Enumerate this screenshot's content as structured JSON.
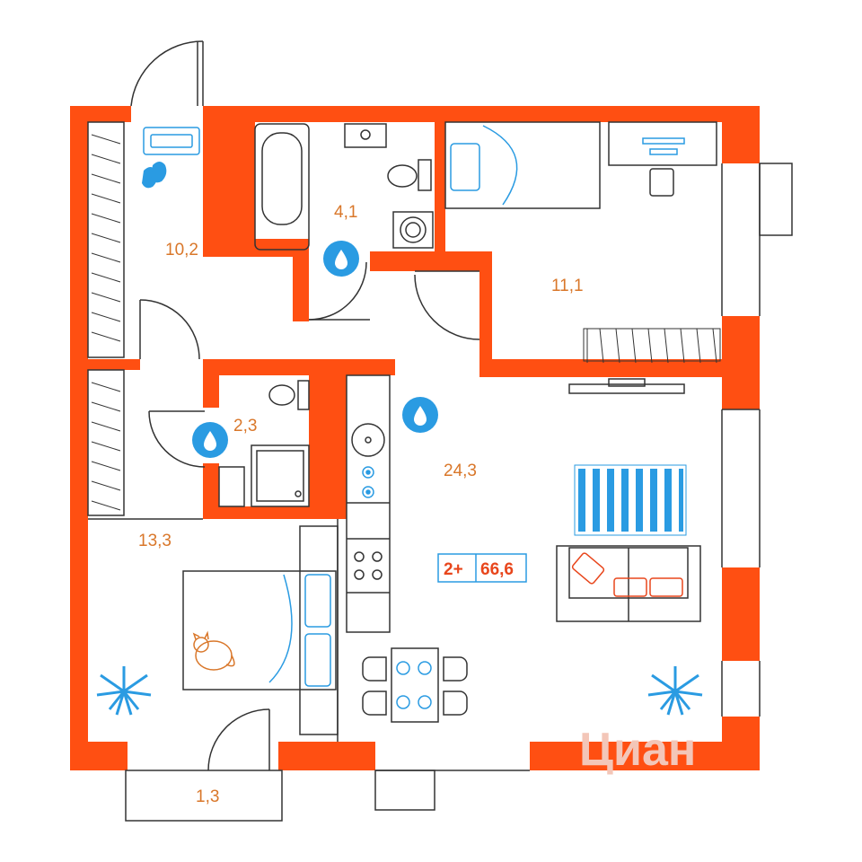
{
  "colors": {
    "wall": "#ff4f12",
    "line": "#333333",
    "furniture_blue": "#2a9be2",
    "label": "#d9772a",
    "badge_border": "#2a9be2",
    "badge_text": "#e8461c",
    "watermark": "#f3c6b8"
  },
  "rooms": [
    {
      "id": "hallway",
      "area": "10,2"
    },
    {
      "id": "bathroom",
      "area": "4,1"
    },
    {
      "id": "bedroom-small",
      "area": "11,1"
    },
    {
      "id": "toilet",
      "area": "2,3"
    },
    {
      "id": "kitchen-living",
      "area": "24,3"
    },
    {
      "id": "bedroom-large",
      "area": "13,3"
    },
    {
      "id": "balcony",
      "area": "1,3"
    }
  ],
  "badge": {
    "rooms": "2+",
    "total_area": "66,6"
  },
  "icons": [
    "water-drop-icon",
    "plant-icon",
    "slippers-icon",
    "cat-icon"
  ],
  "watermark": {
    "text": "Циан"
  }
}
